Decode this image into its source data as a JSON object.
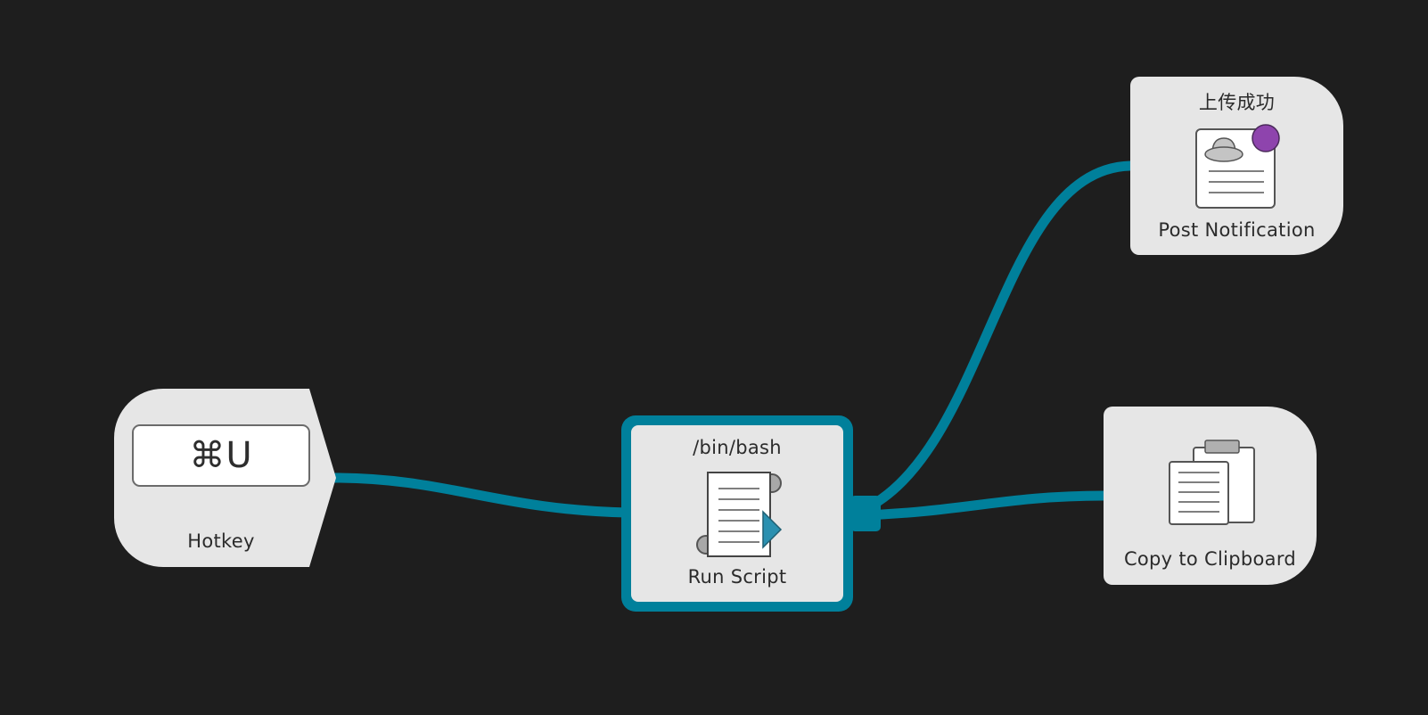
{
  "workflow": {
    "nodes": {
      "hotkey": {
        "shortcut": "⌘U",
        "label": "Hotkey"
      },
      "run_script": {
        "subtitle": "/bin/bash",
        "label": "Run Script",
        "selected": true
      },
      "post_notification": {
        "subtitle": "上传成功",
        "label": "Post Notification"
      },
      "copy_to_clipboard": {
        "label": "Copy to Clipboard"
      }
    },
    "colors": {
      "background": "#1e1e1e",
      "node_fill": "#e6e6e6",
      "connection": "#00809b",
      "selection_border": "#00809b",
      "notification_dot": "#8e44ad",
      "script_arrow": "#2a90b0"
    },
    "icons": {
      "run_script": "script-scroll-icon",
      "post_notification": "notification-icon",
      "copy_to_clipboard": "clipboard-icon"
    }
  }
}
